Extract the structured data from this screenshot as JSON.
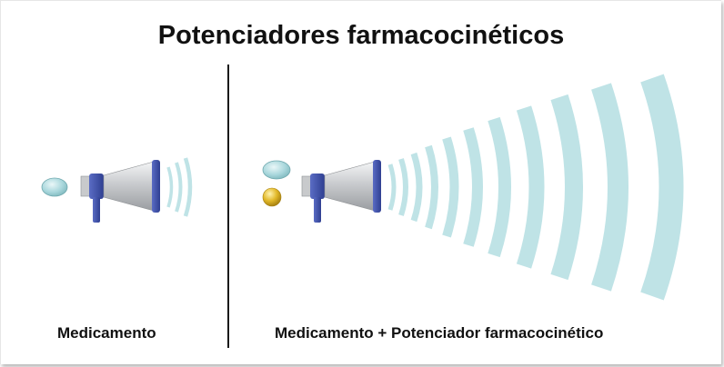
{
  "title": "Potenciadores farmacocinéticos",
  "panels": [
    {
      "label": "Medicamento"
    },
    {
      "label": "Medicamento + Potenciador farmacocinético"
    }
  ],
  "colors": {
    "wave": "#bfe3e6",
    "megaphone_blue": "#3d4fa6",
    "megaphone_silver": "#d8dadc",
    "pill_drug": "#a9d7dc",
    "pill_booster": "#e2b92a",
    "divider": "#1a1a1a"
  },
  "icons": [
    "pill-icon",
    "booster-pill-icon",
    "megaphone-icon",
    "sound-waves-icon"
  ]
}
